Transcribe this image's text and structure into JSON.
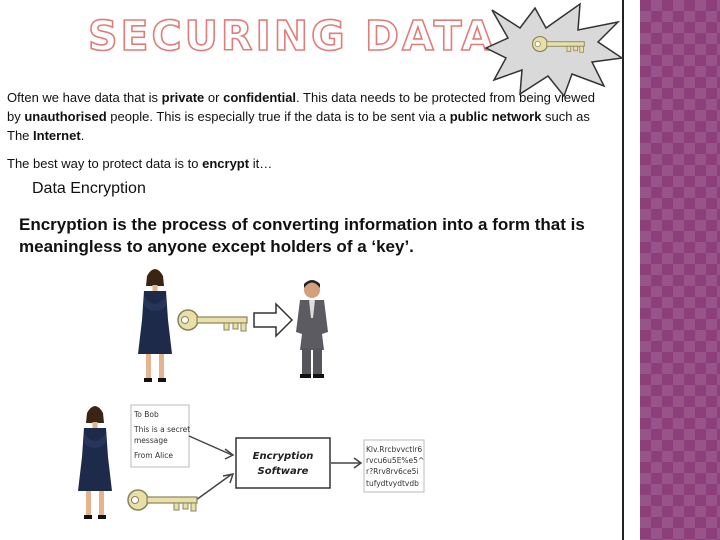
{
  "slide": {
    "title": "SECURING DATA",
    "intro": {
      "t1": "Often we have data that is ",
      "b1": "private",
      "t2": " or ",
      "b2": "confidential",
      "t3": ". This data needs to be protected from being viewed by ",
      "b3": "unauthorised",
      "t4": " people. This is especially true if the data is to be sent via a ",
      "b4": "public network",
      "t5": " such as The ",
      "b5": "Internet",
      "t6": "."
    },
    "best_way": {
      "t1": "The best way to protect data is to ",
      "b1": "encrypt",
      "t2": " it…"
    },
    "subheading": "Data Encryption",
    "definition": "Encryption is the process of converting information into a form that is meaningless to anyone except holders of a ‘key’."
  },
  "diagram": {
    "message_lines": [
      "To Bob",
      "This is a secret",
      "message",
      "From Alice"
    ],
    "software_lines": [
      "Encryption",
      "Software"
    ],
    "cipher_lines": [
      "Klv.Rrcbvvctlr6",
      "rvcu6u5E%e5^",
      "r?Rrv8rv6ce5i",
      "tufydtvydtvdb"
    ]
  },
  "colors": {
    "title_outline": "#e07d7a",
    "sidebar": "#8c3f7b",
    "key": "#e8e0a8",
    "burst": "#d9d9d9"
  }
}
